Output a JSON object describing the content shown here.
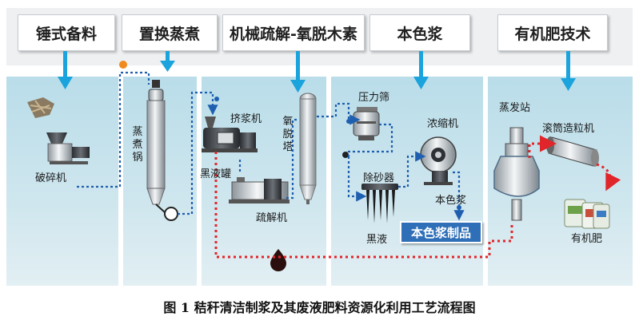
{
  "stages": [
    {
      "label": "锤式备料"
    },
    {
      "label": "置换蒸煮"
    },
    {
      "label": "机械疏解-氧脱木素"
    },
    {
      "label": "本色浆"
    },
    {
      "label": "有机肥技术"
    }
  ],
  "labels": {
    "crusher": "破碎机",
    "digester": "蒸煮锅",
    "extruder": "挤浆机",
    "black_liquor_tank": "黑液罐",
    "defibrator": "疏解机",
    "oxygen_tower": "氧脱塔",
    "pressure_screen": "压力筛",
    "desander": "除砂器",
    "black_liquor": "黑液",
    "thickener": "浓缩机",
    "unbleached_pulp": "本色浆",
    "evaporation_station": "蒸发站",
    "drum_granulator": "滚筒造粒机",
    "organic_fertilizer": "有机肥"
  },
  "badge": "本色浆制品",
  "caption": "图 1  秸秆清洁制浆及其废液肥料资源化利用工艺流程图",
  "colors": {
    "stage_arrow": "#1aa3dc",
    "pulp_flow": "#1f5fb0",
    "liquor_flow": "#e0262a",
    "badge_bg": "#2f6fb8",
    "panel_bg": "#c6e2ec"
  }
}
